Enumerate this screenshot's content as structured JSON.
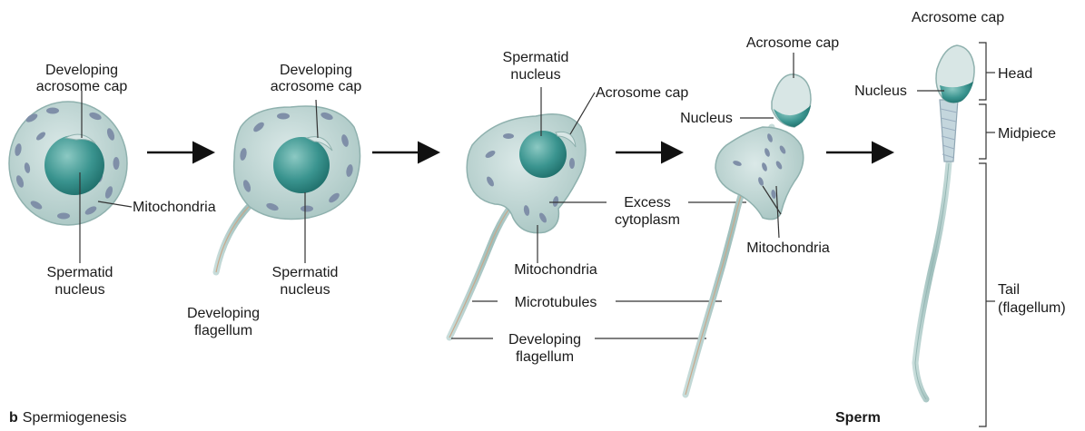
{
  "figure": {
    "caption_letter": "b",
    "caption_text": "Spermiogenesis",
    "final_label": "Sperm"
  },
  "labels": {
    "s1_acrosome_l1": "Developing",
    "s1_acrosome_l2": "acrosome cap",
    "s1_mito": "Mitochondria",
    "s1_nucleus_l1": "Spermatid",
    "s1_nucleus_l2": "nucleus",
    "s2_acrosome_l1": "Developing",
    "s2_acrosome_l2": "acrosome cap",
    "s2_nucleus_l1": "Spermatid",
    "s2_nucleus_l2": "nucleus",
    "s2_flag_l1": "Developing",
    "s2_flag_l2": "flagellum",
    "s3_nucleus_l1": "Spermatid",
    "s3_nucleus_l2": "nucleus",
    "s3_acrosome": "Acrosome cap",
    "excess_l1": "Excess",
    "excess_l2": "cytoplasm",
    "s3_mito": "Mitochondria",
    "microtubules": "Microtubules",
    "mid_flag_l1": "Developing",
    "mid_flag_l2": "flagellum",
    "s4_acrosome": "Acrosome cap",
    "s4_nucleus": "Nucleus",
    "s4_mito": "Mitochondria",
    "s5_acrosome": "Acrosome cap",
    "s5_nucleus": "Nucleus",
    "head": "Head",
    "midpiece": "Midpiece",
    "tail_l1": "Tail",
    "tail_l2": "(flagellum)"
  },
  "colors": {
    "cytoplasm": "#b9d3d1",
    "cytoplasm_edge": "#8fb1ae",
    "nucleus": "#2f8a86",
    "nucleus_light": "#6fb5b0",
    "mitochondria": "#7f8fa8",
    "flagellum": "#a9c6c3",
    "arrow": "#111111"
  }
}
